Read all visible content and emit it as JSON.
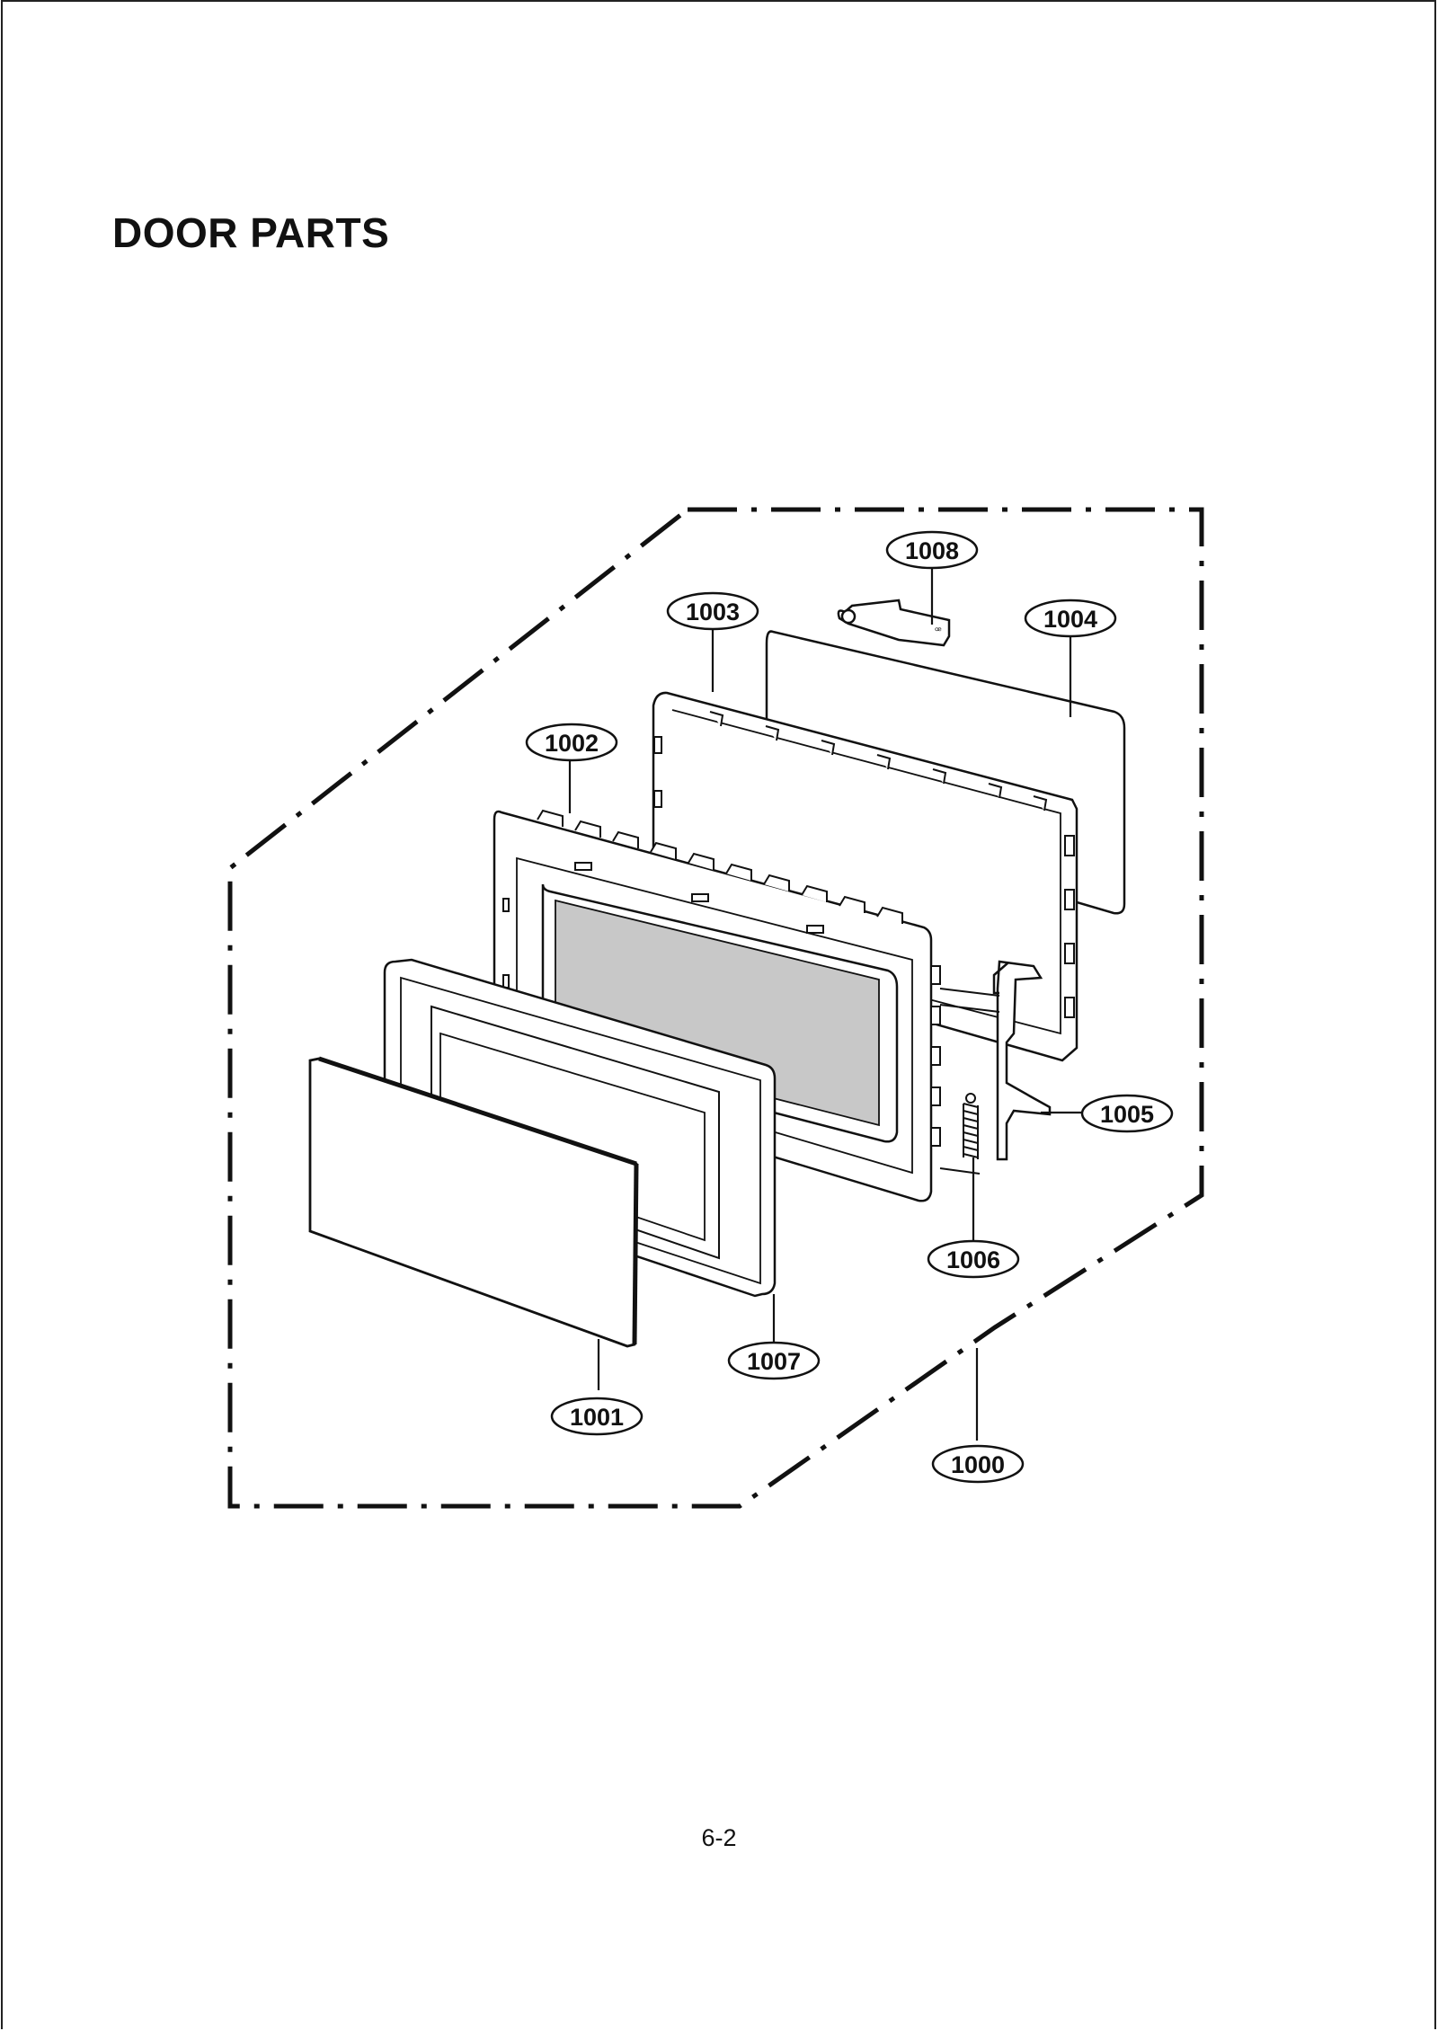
{
  "page": {
    "title": "DOOR PARTS",
    "page_number": "6-2"
  },
  "diagram": {
    "callouts": [
      {
        "id": "c1000",
        "label": "1000",
        "part": "door-assembly-boundary"
      },
      {
        "id": "c1001",
        "label": "1001",
        "part": "door-front-panel"
      },
      {
        "id": "c1002",
        "label": "1002",
        "part": "door-frame"
      },
      {
        "id": "c1003",
        "label": "1003",
        "part": "choke-cover"
      },
      {
        "id": "c1004",
        "label": "1004",
        "part": "inner-screen-plate"
      },
      {
        "id": "c1005",
        "label": "1005",
        "part": "latch-hook"
      },
      {
        "id": "c1006",
        "label": "1006",
        "part": "latch-spring"
      },
      {
        "id": "c1007",
        "label": "1007",
        "part": "door-outer-frame"
      },
      {
        "id": "c1008",
        "label": "1008",
        "part": "lever-bracket"
      }
    ]
  }
}
